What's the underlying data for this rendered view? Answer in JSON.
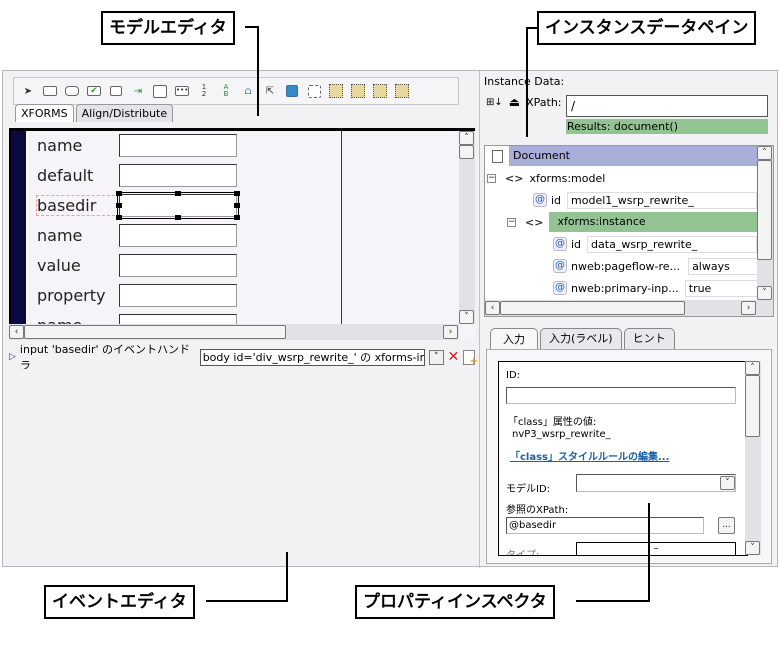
{
  "callouts": {
    "model_editor": "モデルエディタ",
    "instance_pane": "インスタンスデータペイン",
    "event_editor": "イベントエディタ",
    "property_inspector": "プロパティインスペクタ"
  },
  "toolbar": {
    "icons": [
      "pointer-icon",
      "button-icon",
      "trigger-icon",
      "checkbox-icon",
      "input-icon",
      "submit-icon",
      "textarea-icon",
      "secret-icon",
      "radio-group-icon",
      "checkbox-group-icon",
      "repeat-icon",
      "output-icon",
      "image-icon",
      "group-icon",
      "select-table-icon",
      "table-icon",
      "tree-icon",
      "edit-icon"
    ],
    "radio_labels": [
      "1",
      "2"
    ],
    "check_labels": [
      "A",
      "B"
    ]
  },
  "editor_tabs": [
    {
      "label": "XFORMS",
      "active": true
    },
    {
      "label": "Align/Distribute",
      "active": false
    }
  ],
  "form_fields": [
    {
      "label": "name",
      "value": ""
    },
    {
      "label": "default",
      "value": ""
    },
    {
      "label": "basedir",
      "value": "",
      "selected": true
    },
    {
      "label": "name",
      "value": ""
    },
    {
      "label": "value",
      "value": ""
    },
    {
      "label": "property",
      "value": ""
    },
    {
      "label": "name",
      "value": ""
    }
  ],
  "event_editor": {
    "label": "input 'basedir' のイベントハンドラ",
    "selected_handler": "body id='div_wsrp_rewrite_' の xforms-invalid"
  },
  "instance": {
    "title": "Instance Data:",
    "xpath_label": "XPath:",
    "xpath_value": "/",
    "results": "Results: document()",
    "tree": [
      {
        "type": "document",
        "label": "Document"
      },
      {
        "type": "element",
        "label": "xforms:model",
        "expanded": true
      },
      {
        "type": "attr",
        "name": "id",
        "value": "model1_wsrp_rewrite_"
      },
      {
        "type": "element",
        "label": "xforms:instance",
        "expanded": true,
        "highlighted": true
      },
      {
        "type": "attr",
        "name": "id",
        "value": "data_wsrp_rewrite_"
      },
      {
        "type": "attr",
        "name": "nweb:pageflow-re...",
        "value": "always"
      },
      {
        "type": "attr",
        "name": "nweb:primary-inp...",
        "value": "true"
      }
    ]
  },
  "properties": {
    "tabs": [
      {
        "label": "入力",
        "active": true
      },
      {
        "label": "入力(ラベル)",
        "active": false
      },
      {
        "label": "ヒント",
        "active": false
      }
    ],
    "id_label": "ID:",
    "id_value": "",
    "class_label": "「class」属性の値:",
    "class_value": "nvP3_wsrp_rewrite_",
    "class_link": "「class」スタイルルールの編集...",
    "model_id_label": "モデルID:",
    "model_id_value": "",
    "xpath_label": "参照のXPath:",
    "xpath_value": "@basedir",
    "browse_label": "...",
    "partial_label": "タイプ:",
    "partial_value": "–"
  },
  "colors": {
    "results_bg": "#93c393",
    "document_bg": "#a9aed8",
    "highlight_bg": "#93c393",
    "nav_bar": "#0a0a40",
    "link": "#1a60a8"
  }
}
